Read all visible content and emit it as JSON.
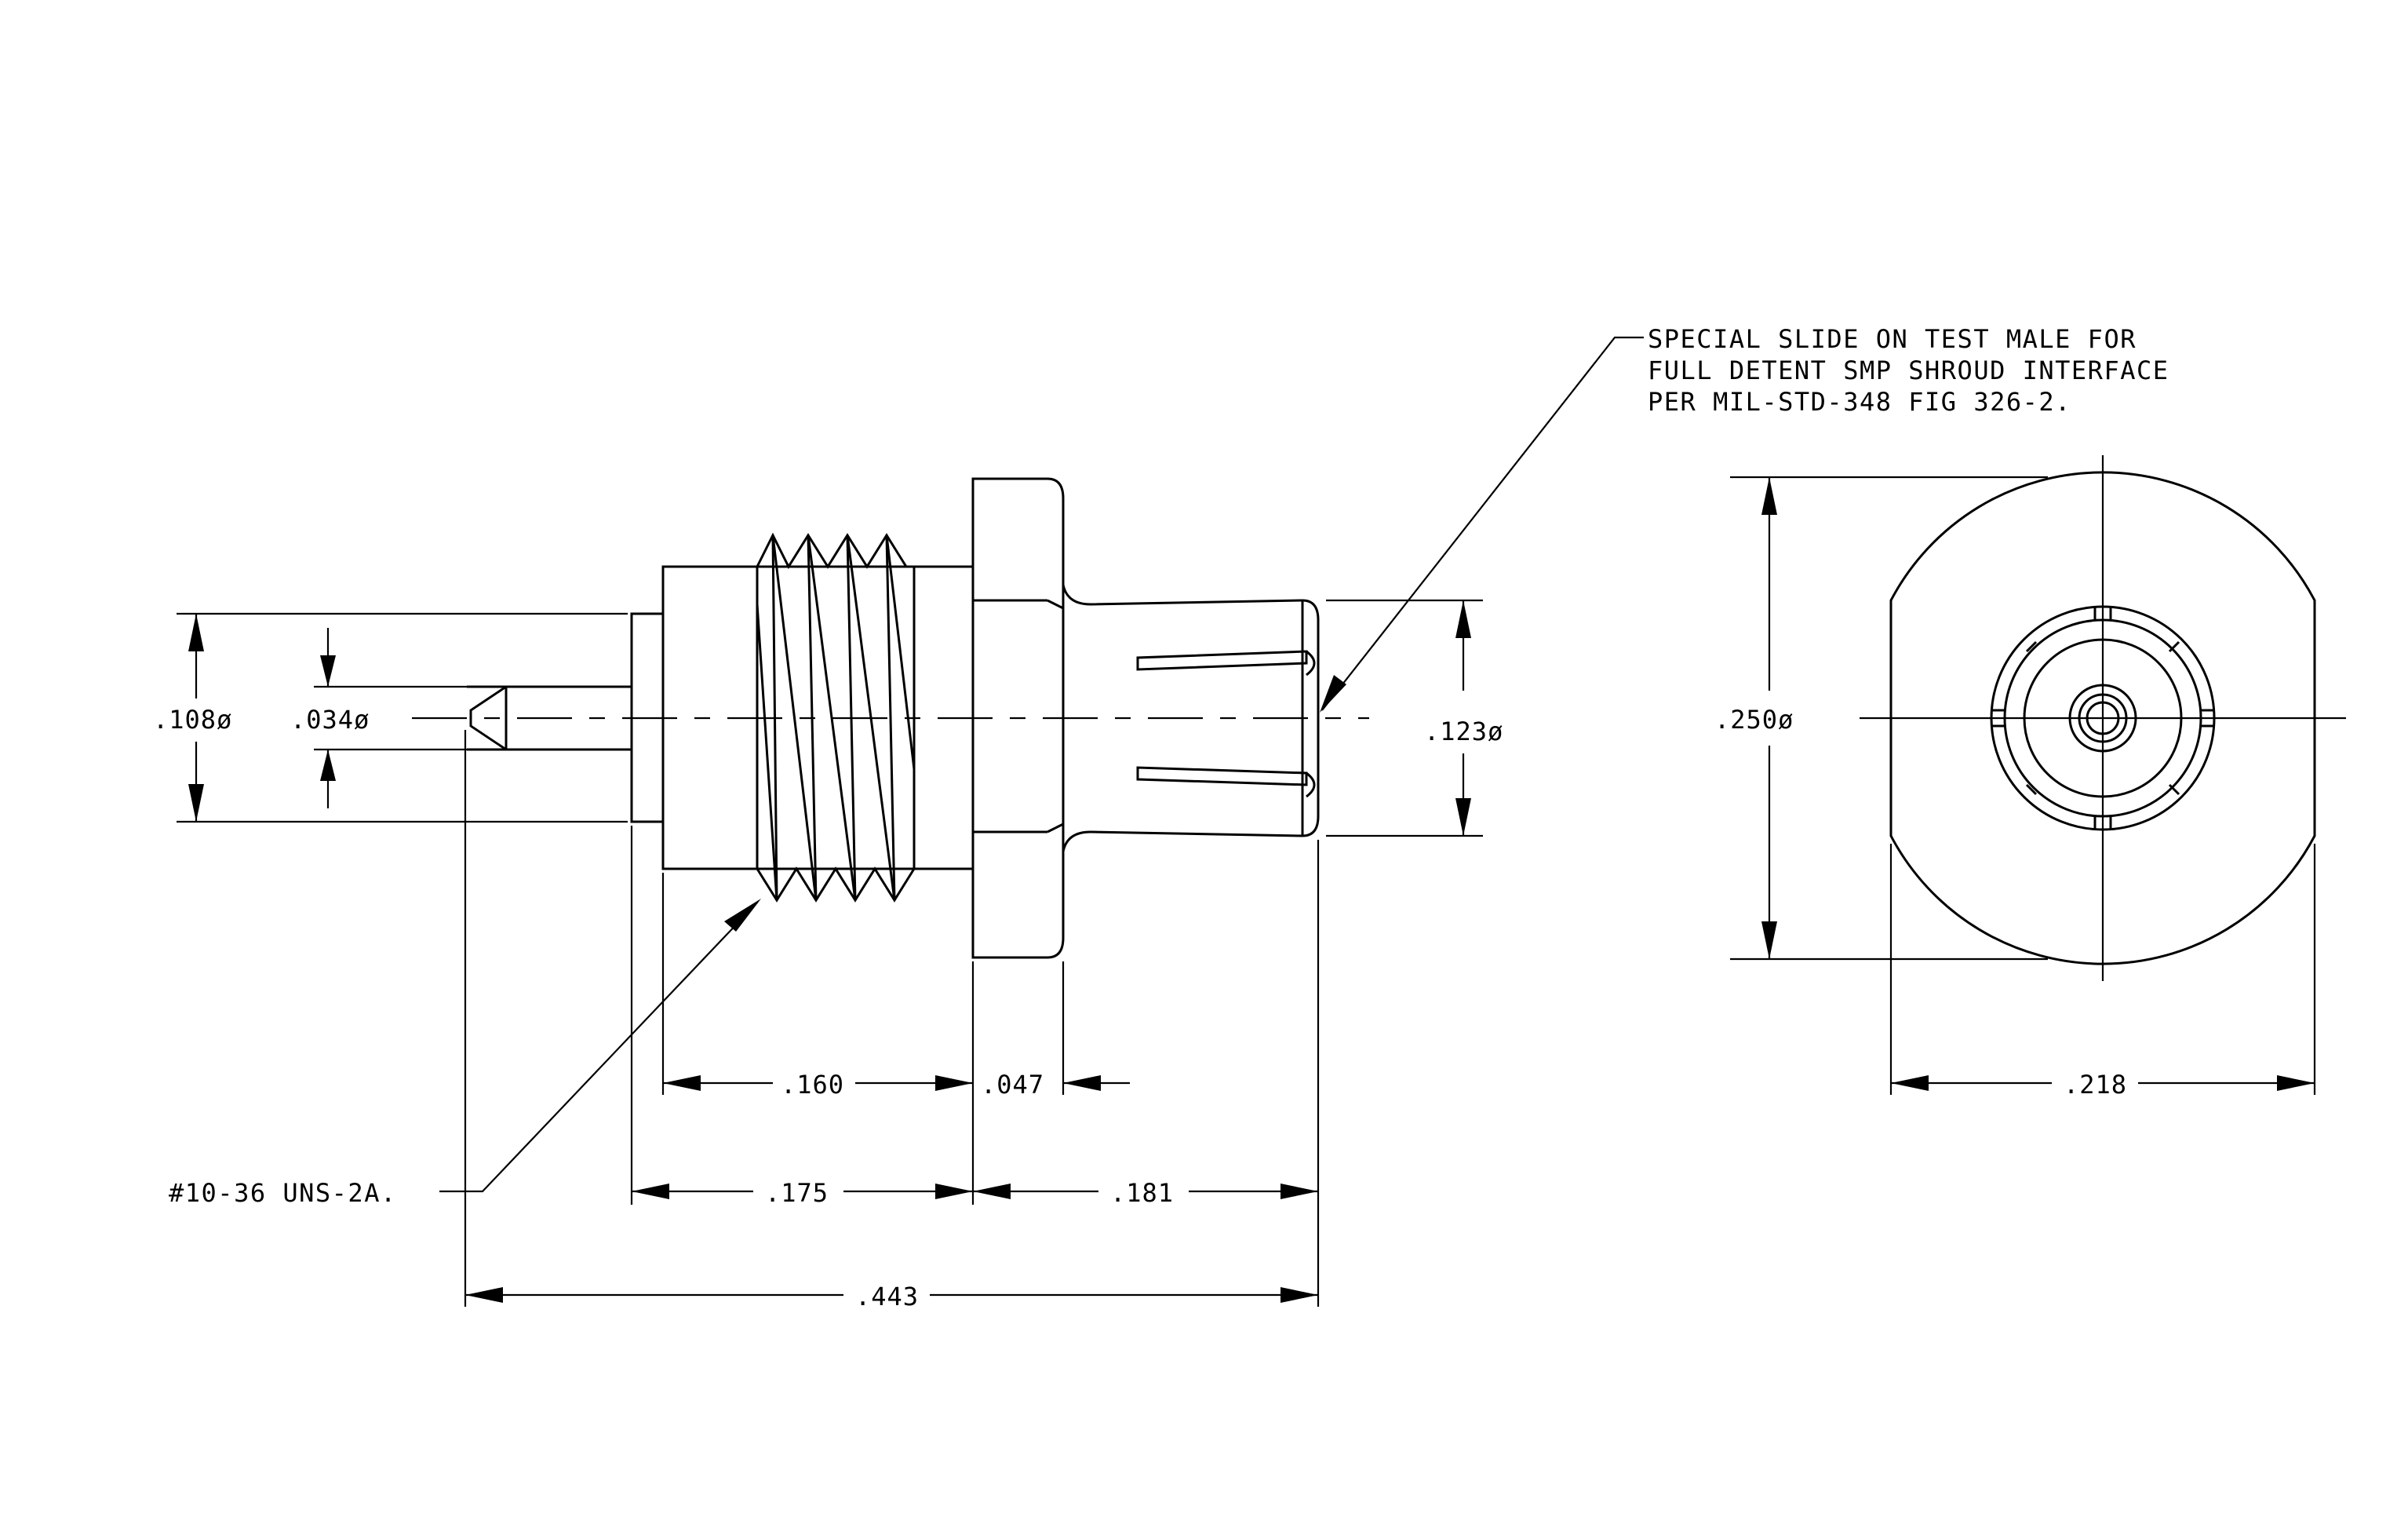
{
  "note": {
    "line1": "SPECIAL SLIDE ON TEST MALE FOR",
    "line2": "FULL DETENT SMP SHROUD INTERFACE",
    "line3": "PER MIL-STD-348 FIG 326-2."
  },
  "thread_callout": "#10-36 UNS-2A.",
  "dimensions": {
    "pin_body_dia": ".108ø",
    "pin_tip_dia": ".034ø",
    "shroud_dia": ".123ø",
    "face_dia": ".250ø",
    "thread_length": ".160",
    "flange_thickness": ".047",
    "body_front_length": ".175",
    "shroud_length": ".181",
    "overall_length": ".443",
    "face_flat_width": ".218"
  }
}
